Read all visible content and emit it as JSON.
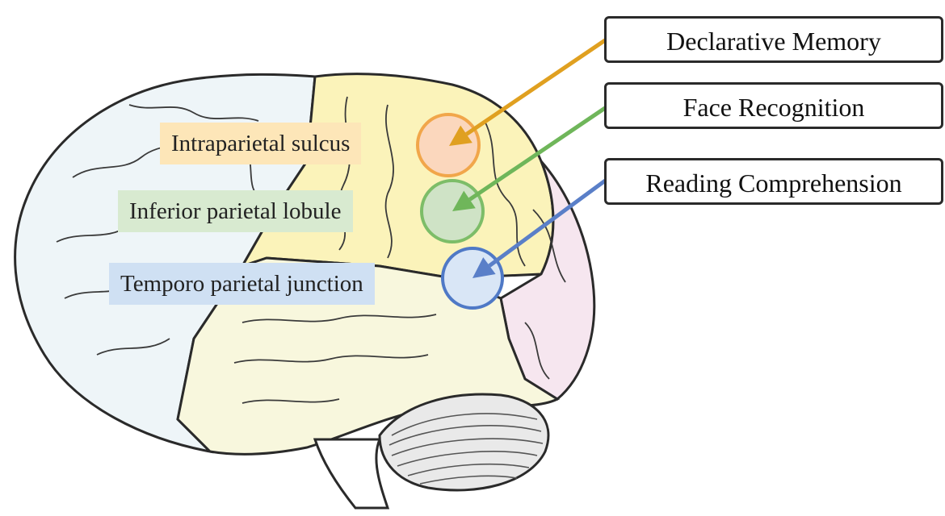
{
  "regions": [
    {
      "key": "ips",
      "label": "Intraparietal sulcus",
      "fill": "#fde6b8",
      "marker_fill": "#fbd7bd",
      "marker_stroke": "#f1a64a"
    },
    {
      "key": "ipl",
      "label": "Inferior parietal lobule",
      "fill": "#d8ead0",
      "marker_fill": "#cfe3c6",
      "marker_stroke": "#7dbd68"
    },
    {
      "key": "tpj",
      "label": "Temporo parietal junction",
      "fill": "#cfe0f3",
      "marker_fill": "#d9e6f6",
      "marker_stroke": "#4f79c6"
    }
  ],
  "functions": [
    {
      "key": "declarative",
      "label": "Declarative Memory",
      "arrow_color": "#e0a020"
    },
    {
      "key": "face",
      "label": "Face Recognition",
      "arrow_color": "#6fb65a"
    },
    {
      "key": "reading",
      "label": "Reading Comprehension",
      "arrow_color": "#5a7fc8"
    }
  ],
  "colors": {
    "parietal_lobe": "#fbf3ba",
    "frontal_lobe": "#eef5f8",
    "temporal_lobe": "#f8f7dd",
    "occipital_lobe": "#f6e6ef",
    "cerebellum": "#e9e9e9",
    "outline": "#2a2a2a"
  }
}
